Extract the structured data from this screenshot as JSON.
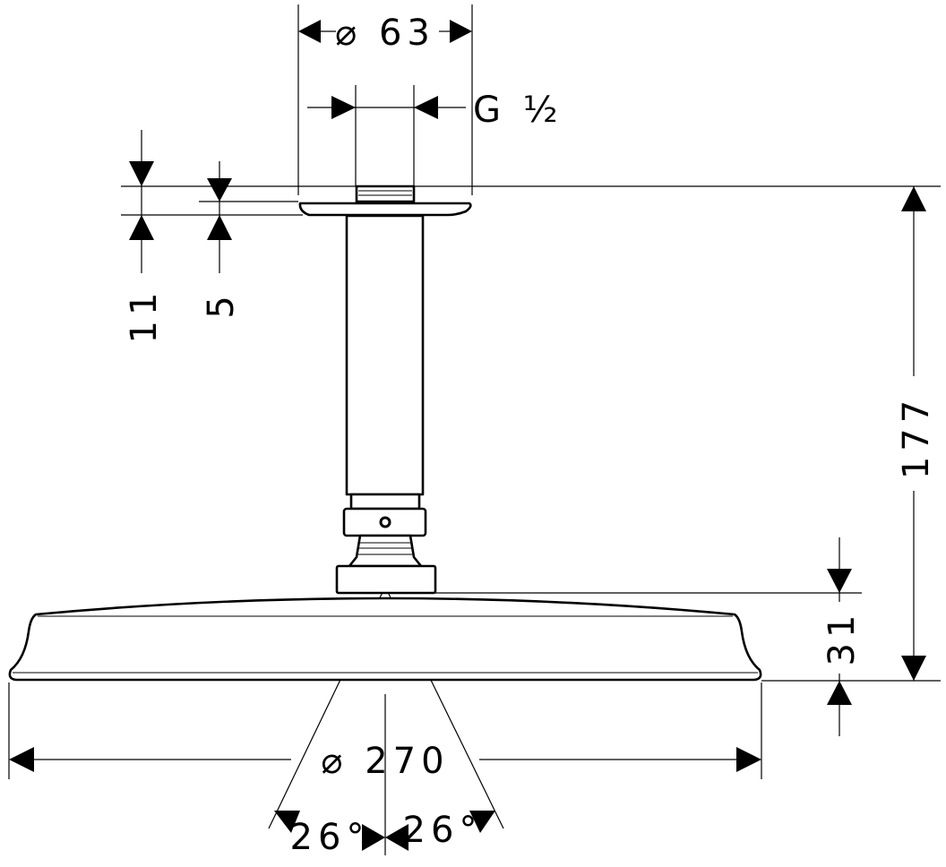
{
  "drawing": {
    "dimensions": {
      "flange_diameter": "⌀ 63",
      "thread": "G ½",
      "flange_thickness": "11",
      "flange_offset": "5",
      "total_height": "177",
      "head_height": "31",
      "head_diameter": "⌀ 270",
      "spray_angle_left": "26°",
      "spray_angle_right": "26°"
    }
  }
}
